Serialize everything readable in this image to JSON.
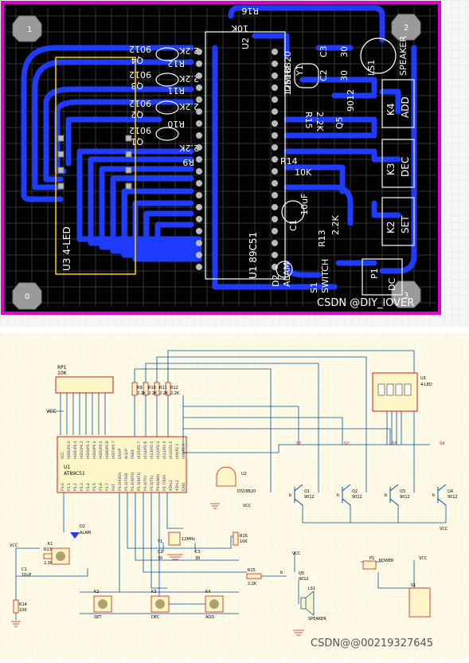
{
  "pcb": {
    "corner_labels": [
      "1",
      "2",
      "0",
      "3"
    ],
    "designators": {
      "r16": "R16",
      "r16_val": "10K",
      "u2": "U2",
      "u2_val": "DS18B20",
      "c3": "C3",
      "c3_val": "30",
      "ls1": "LS1",
      "speaker": "SPEAKER",
      "y1": "Y1",
      "y1_val": "12MHz",
      "c2": "C2",
      "c2_val": "30",
      "r15": "R15",
      "r15_val": "2.2K",
      "q5": "Q5",
      "q5_val": "9012",
      "k4": "K4",
      "add": "ADD",
      "k3": "K3",
      "dec": "DEC",
      "k2": "K2",
      "set": "SET",
      "r14": "R14",
      "r14_val": "10K",
      "c1": "C1",
      "c1_val": "10uF",
      "r13": "R13",
      "r13_val": "2.2K",
      "u1": "U1",
      "u1_val": "89C51",
      "d2": "D2",
      "alam": "ALAM",
      "s1": "S1",
      "switch": "SWITCH",
      "p1": "P1",
      "dc": "DC",
      "u3": "U3",
      "u3_val": "4-LED",
      "q4": "Q4",
      "q3": "Q3",
      "q2": "Q2",
      "q1": "Q1",
      "q_val": "9012",
      "r12": "R12",
      "r11": "R11",
      "r10": "R10",
      "r9": "R9",
      "r_val": "2.2K"
    },
    "watermark": "CSDN @DIY_lOVER"
  },
  "schematic": {
    "rp1": "RP1",
    "rp1_val": "10K",
    "vcc": "VCC",
    "u1": "U1",
    "u1_val": "AT89C51",
    "u1_top_pins": [
      "VCC",
      "(AD0)P0.0",
      "(AD1)P0.1",
      "(AD2)P0.2",
      "(AD3)P0.3",
      "(AD4)P0.4",
      "(AD5)P0.5",
      "(AD6)P0.6",
      "(AD7)P0.7",
      "EA/VP",
      "ALE/P",
      "PSEN",
      "(A15)P2.7",
      "(A14)P2.6",
      "(A13)P2.5",
      "(A12)P2.4",
      "(A11)P2.3",
      "(A10)P2.2",
      "(A9)P2.1",
      "(A8)P2.0"
    ],
    "u1_bottom_pins": [
      "P1.0",
      "P1.1",
      "P1.2",
      "P1.3",
      "P1.4",
      "P1.5",
      "P1.6",
      "P1.7",
      "RST",
      "P3.0(RXD)",
      "P3.1(TXD)",
      "P3.2(INT0)",
      "P3.3(INT1)",
      "P3.4(T0)",
      "P3.5(T1)",
      "P3.6(WR)",
      "P3.7(RD)",
      "XTAL2",
      "XTAL1",
      "GND"
    ],
    "r9": "R9",
    "r10": "R10",
    "r11": "R11",
    "r12": "R12",
    "r_val": "2.2K",
    "u3": "U3",
    "u3_val": "4-LED",
    "s_labels": [
      "S1",
      "S2",
      "S3",
      "S4"
    ],
    "q1": "Q1",
    "q2": "Q2",
    "q3": "Q3",
    "q4": "Q4",
    "q_val": "9012",
    "u2": "U2",
    "u2_val": "DS18B20",
    "d2": "D2",
    "d2_val": "ALAM",
    "r13": "R13",
    "r13_val": "2.2K",
    "c1": "C1",
    "c1_val": "10uF",
    "r14": "R14",
    "r14_val": "10K",
    "k1": "K1",
    "k2": "K2",
    "k2_val": "SET",
    "k3": "K3",
    "k3_val": "DEC",
    "k4": "K4",
    "k4_val": "ADD",
    "y1": "Y1",
    "y1_val": "12MHz",
    "c2": "C2",
    "c2_val": "30",
    "c3": "C3",
    "c3_val": "30",
    "r16": "R16",
    "r16_val": "10K",
    "r15": "R15",
    "r15_val": "2.2K",
    "q5": "Q5",
    "q5_val": "9012",
    "ls1": "LS1",
    "ls1_val": "SPEAKER",
    "p1": "P1",
    "p1_val": "POWER",
    "s1": "S1",
    "b_label": "b",
    "watermark": "CSDN@@00219327645"
  }
}
